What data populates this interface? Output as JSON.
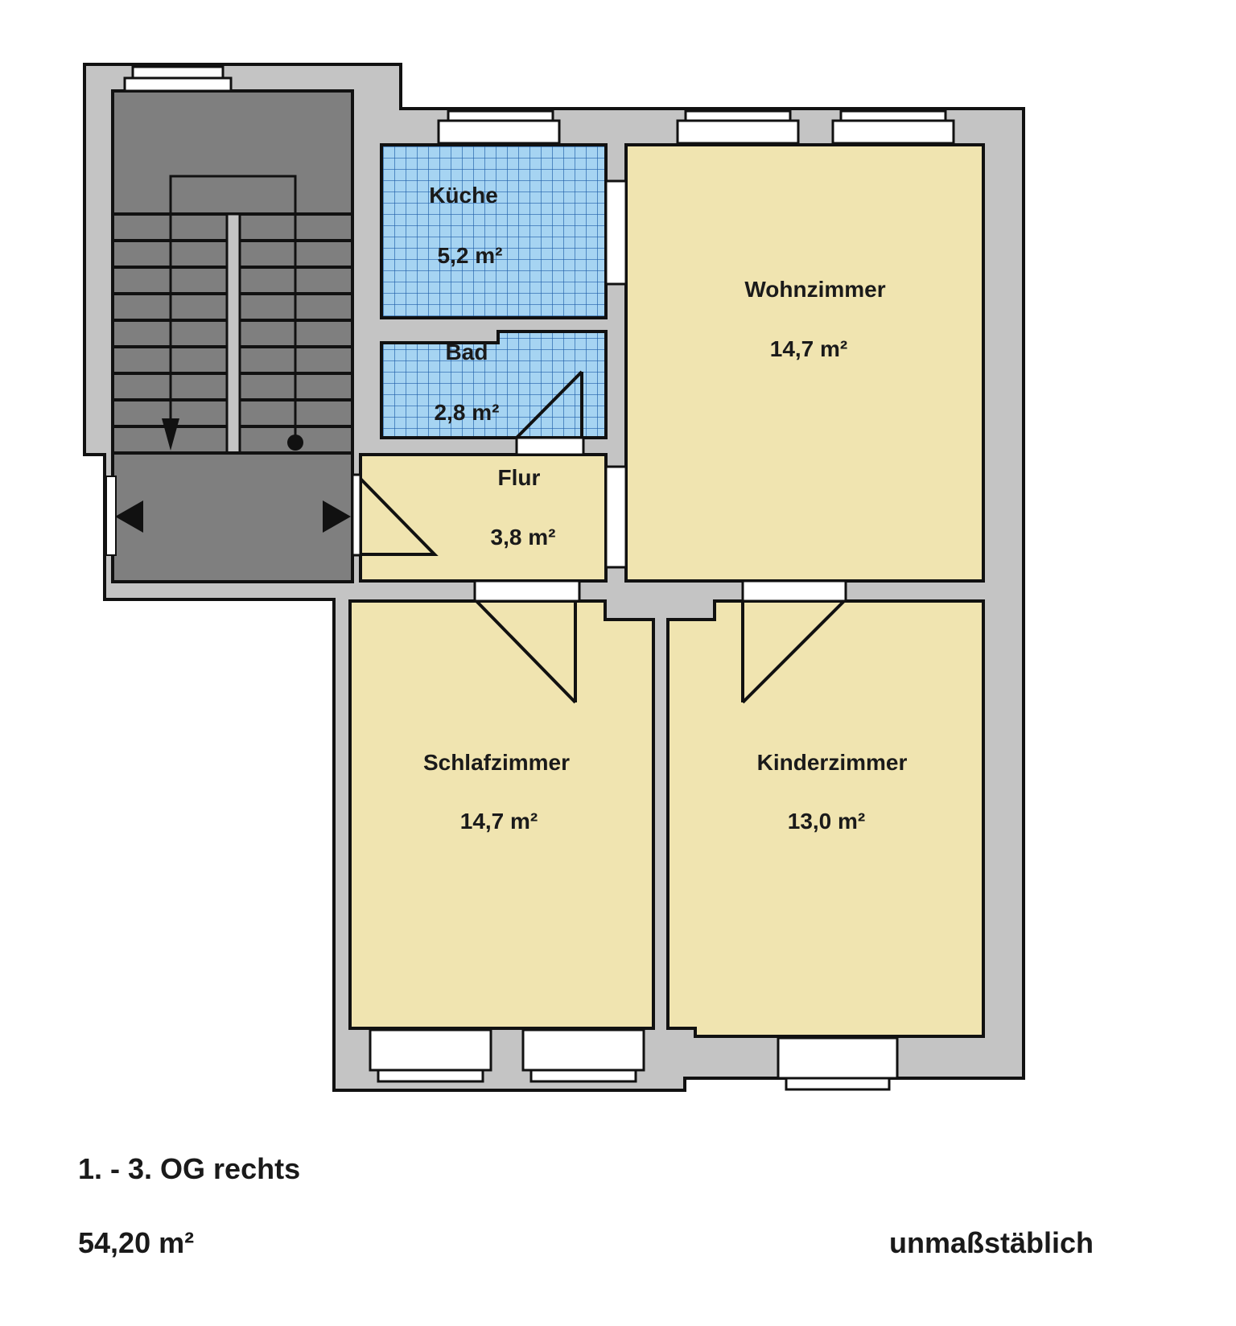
{
  "plan": {
    "colors": {
      "wall": "#c4c4c4",
      "stair": "#7f7f7f",
      "room": "#f0e4b0",
      "tile": "#a6d4f2",
      "tile_grid": "#1f5ea8",
      "line": "#111111",
      "window": "#ffffff"
    },
    "rooms": [
      {
        "id": "kueche",
        "name": "Küche",
        "area": "5,2 m²"
      },
      {
        "id": "bad",
        "name": "Bad",
        "area": "2,8 m²"
      },
      {
        "id": "flur",
        "name": "Flur",
        "area": "3,8 m²"
      },
      {
        "id": "wohnzimmer",
        "name": "Wohnzimmer",
        "area": "14,7 m²"
      },
      {
        "id": "schlafzimmer",
        "name": "Schlafzimmer",
        "area": "14,7 m²"
      },
      {
        "id": "kinderzimmer",
        "name": "Kinderzimmer",
        "area": "13,0 m²"
      }
    ]
  },
  "footer": {
    "floor": "1. - 3. OG rechts",
    "total_area": "54,20 m²",
    "scale_note": "unmaßstäblich"
  }
}
